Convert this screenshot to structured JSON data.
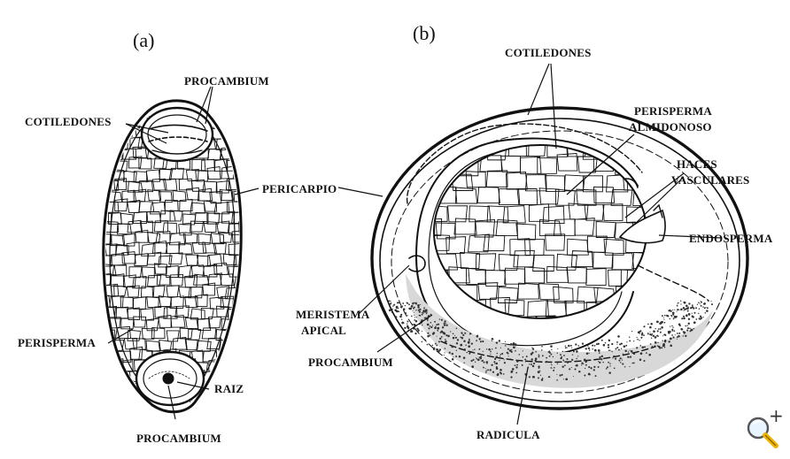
{
  "figure_a": {
    "panel_label": "(a)",
    "labels": {
      "procambium_top": "PROCAMBIUM",
      "cotiledones": "COTILEDONES",
      "pericarpio": "PERICARPIO",
      "perisperma": "PERISPERMA",
      "raiz": "RAIZ",
      "procambium_bottom": "PROCAMBIUM"
    }
  },
  "figure_b": {
    "panel_label": "(b)",
    "labels": {
      "cotiledones": "COTILEDONES",
      "perisperma_almidonoso_line1": "PERISPERMA",
      "perisperma_almidonoso_line2": "ALMIDONOSO",
      "haces_line1": "HACES",
      "haces_line2": "VASCULARES",
      "endosperma": "ENDOSPERMA",
      "meristema_line1": "MERISTEMA",
      "meristema_line2": "APICAL",
      "procambium": "PROCAMBIUM",
      "radicula": "RADICULA"
    }
  },
  "toolbar": {
    "zoom_icon": "zoom-in-icon",
    "zoom_symbol": "+"
  },
  "colors": {
    "ink": "#111111",
    "background": "#ffffff",
    "zoom_accent": "#f0b400"
  }
}
